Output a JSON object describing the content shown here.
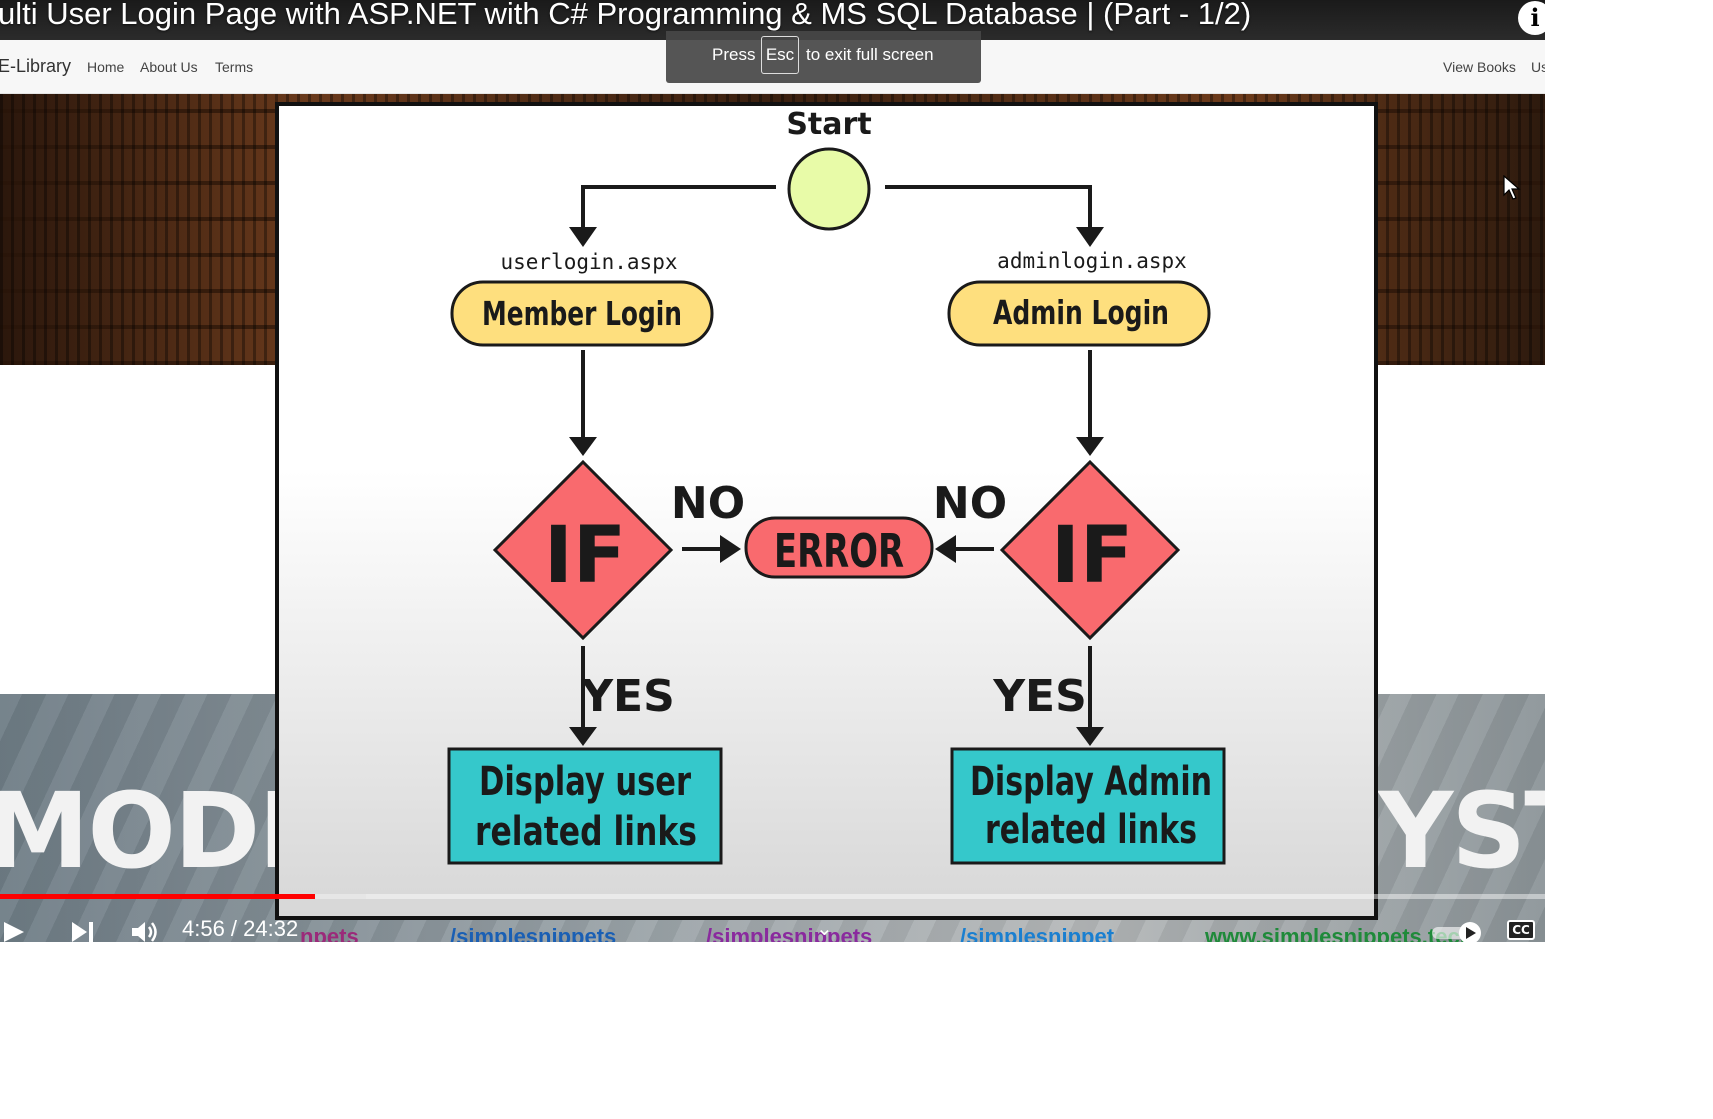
{
  "player": {
    "video_title": "ulti User Login Page with ASP.NET with C# Programming & MS SQL Database | (Part - 1/2)",
    "info_glyph": "i",
    "fullscreen_toast": {
      "press": "Press",
      "key": "Esc",
      "rest": "to exit full screen"
    },
    "time_current": "4:56",
    "time_total": "24:32",
    "time_display": "4:56 / 24:32",
    "progress_fraction": 0.204,
    "buffer_fraction": 0.237,
    "social_links": [
      "npets",
      "/simplesnippets",
      "/simplesnippets",
      "/simplesnippet",
      "www.simplesnippets.tech"
    ],
    "cc_label": "CC"
  },
  "site": {
    "brand": "E-Library",
    "nav": {
      "home": "Home",
      "about": "About Us",
      "terms": "Terms",
      "view_books": "View Books",
      "user": "Us"
    },
    "banner_left_text": "MODER",
    "banner_right_text": "YSTE"
  },
  "flowchart": {
    "start": "Start",
    "left_file": "userlogin.aspx",
    "right_file": "adminlogin.aspx",
    "left_login": "Member Login",
    "right_login": "Admin Login",
    "if_label": "IF",
    "no_label": "NO",
    "yes_label": "YES",
    "error_label": "ERROR",
    "left_result_line1": "Display user",
    "left_result_line2": "related links",
    "right_result_line1": "Display Admin",
    "right_result_line2": "related links"
  },
  "colors": {
    "start_fill": "#e8fba8",
    "login_fill": "#fedf7e",
    "decision_fill": "#f96a6e",
    "result_fill": "#35c8cb",
    "progress": "#ff0000"
  }
}
